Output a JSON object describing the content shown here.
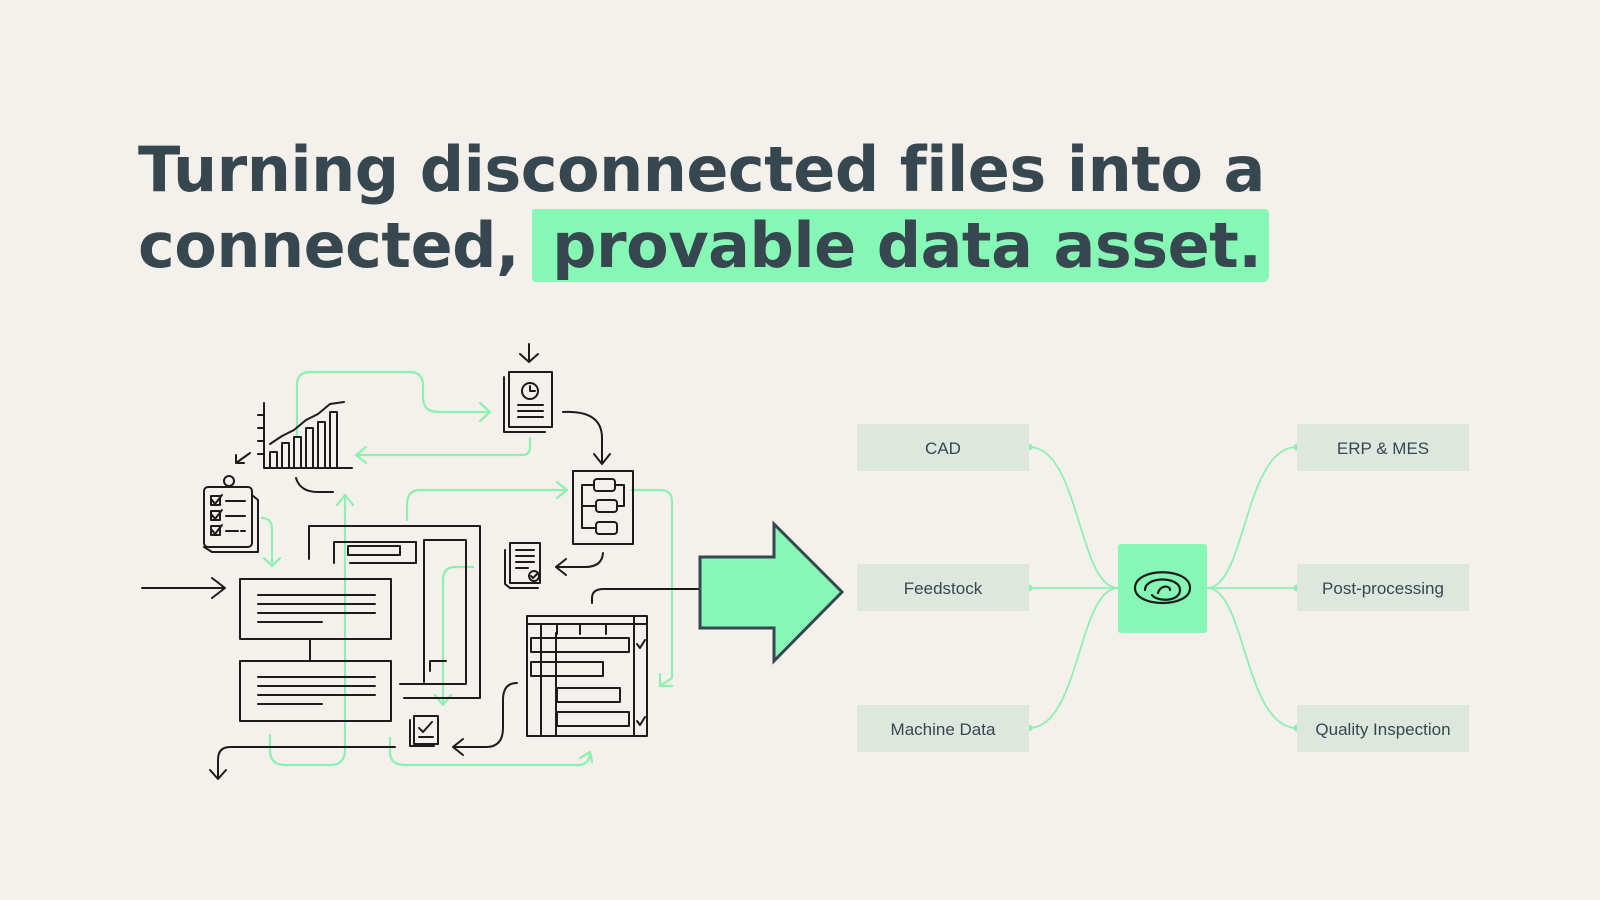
{
  "headline": {
    "line1": "Turning disconnected files into a",
    "line2_plain": "connected,",
    "line2_highlight": "provable data asset."
  },
  "sources": [
    {
      "label": "CAD"
    },
    {
      "label": "Feedstock"
    },
    {
      "label": "Machine Data"
    }
  ],
  "targets": [
    {
      "label": "ERP & MES"
    },
    {
      "label": "Post-processing"
    },
    {
      "label": "Quality Inspection"
    }
  ],
  "hub": {
    "icon": "layered-loop-logo-icon"
  },
  "colors": {
    "background": "#f4f0eb",
    "text": "#37474f",
    "accent": "#86f7b4",
    "connector": "#8ef0b0",
    "box": "#dde7de",
    "line_art": "#1c1c1c"
  }
}
